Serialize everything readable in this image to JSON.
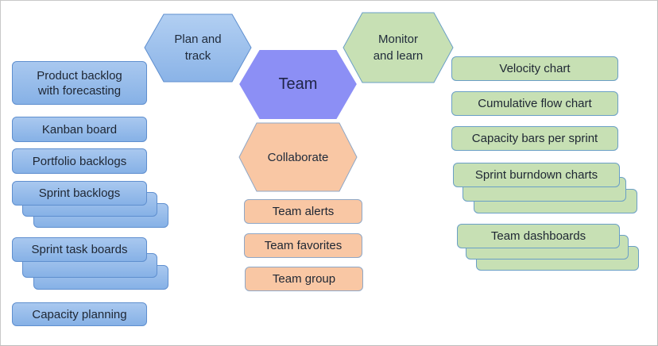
{
  "hexagons": {
    "plan": {
      "label": "Plan and track",
      "line1": "Plan and",
      "line2": "track",
      "color": "#9ec1ec"
    },
    "monitor": {
      "label": "Monitor and learn",
      "line1": "Monitor",
      "line2": "and learn",
      "color": "#c7e0b4"
    },
    "team": {
      "label": "Team",
      "color": "#8c8ff5"
    },
    "collaborate": {
      "label": "Collaborate",
      "color": "#f9c7a4"
    }
  },
  "plan_items": [
    {
      "line1": "Product backlog",
      "line2": "with forecasting"
    },
    {
      "label": "Kanban board"
    },
    {
      "label": "Portfolio backlogs"
    },
    {
      "label": "Sprint backlogs",
      "stacked": true
    },
    {
      "label": "Sprint task boards",
      "stacked": true
    },
    {
      "label": "Capacity planning"
    }
  ],
  "collaborate_items": [
    {
      "label": "Team alerts"
    },
    {
      "label": "Team favorites"
    },
    {
      "label": "Team group"
    }
  ],
  "monitor_items": [
    {
      "label": "Velocity chart"
    },
    {
      "label": "Cumulative flow chart"
    },
    {
      "label": "Capacity bars per sprint"
    },
    {
      "label": "Sprint burndown charts",
      "stacked": true
    },
    {
      "label": "Team dashboards",
      "stacked": true
    }
  ]
}
